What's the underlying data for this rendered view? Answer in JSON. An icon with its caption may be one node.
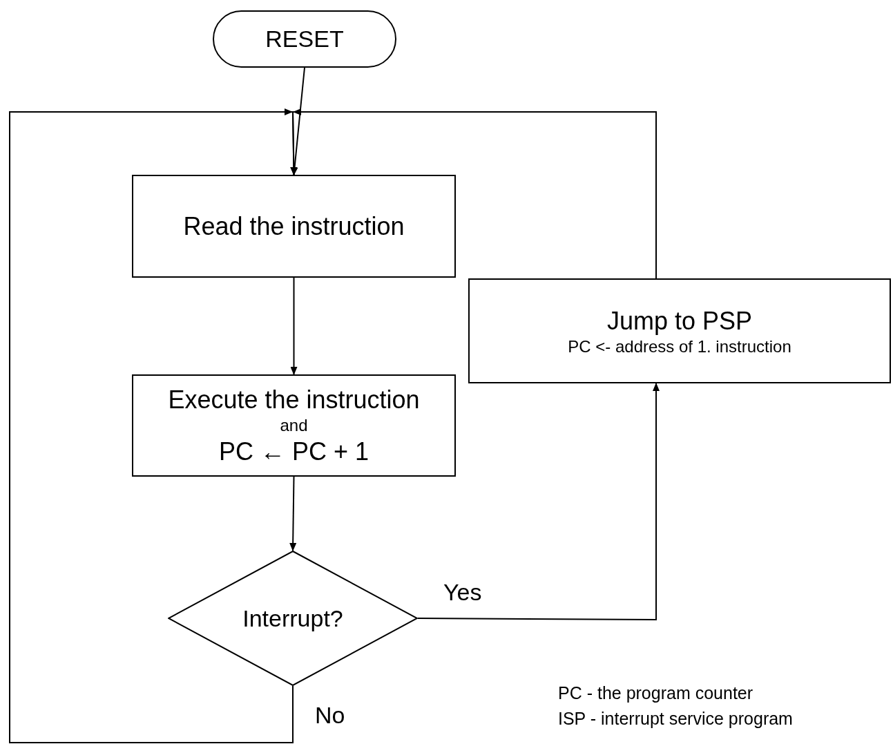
{
  "diagram": {
    "nodes": [
      {
        "text": [
          "RESET"
        ]
      },
      {
        "text": [
          "Read the instruction"
        ]
      },
      {
        "text": [
          "Jump to PSP",
          "PC <- address of 1. instruction"
        ]
      },
      {
        "text": [
          "Execute the instruction",
          "and",
          "PC ← PC + 1"
        ]
      },
      {
        "text": [
          "Interrupt?"
        ]
      }
    ],
    "edges": [
      {
        "from": 0,
        "to": 1,
        "arrow": "to"
      },
      {
        "from": 4,
        "to": 1,
        "arrow": "to",
        "label": "No"
      },
      {
        "from": 2,
        "to": 1,
        "arrow": "to"
      },
      {
        "from": 1,
        "to": 3,
        "arrow": "to"
      },
      {
        "from": 3,
        "to": 4,
        "arrow": "to"
      },
      {
        "from": 4,
        "to": 2,
        "arrow": "to",
        "label": "Yes"
      }
    ],
    "labels": [
      "PC - the program counter",
      "ISP - interrupt service program"
    ]
  }
}
